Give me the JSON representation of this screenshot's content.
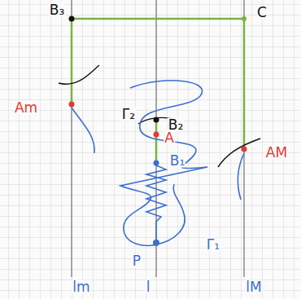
{
  "diagram": {
    "labels": [
      "B₃",
      "C",
      "Am",
      "AM",
      "Γ₂",
      "B₂",
      "A",
      "B₁",
      "Γ₁",
      "P",
      "lm",
      "l",
      "lM"
    ]
  }
}
